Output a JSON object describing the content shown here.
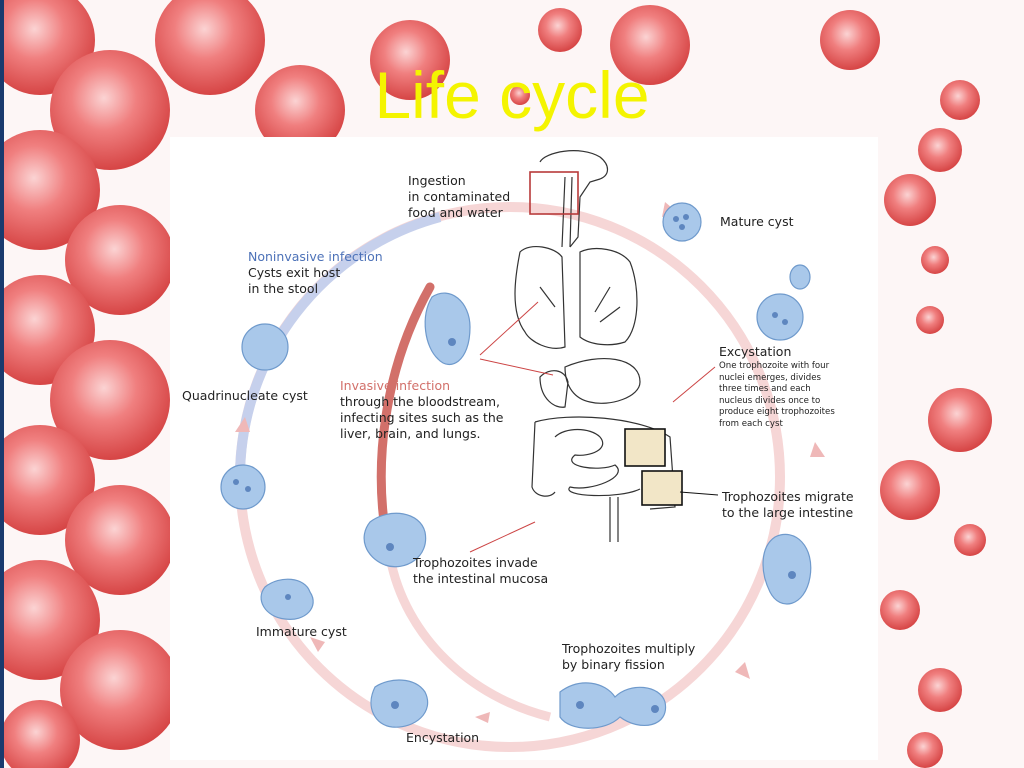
{
  "slide": {
    "title": "Life cycle",
    "colors": {
      "title": "#f4f400",
      "arrow": "#f2c9c9",
      "invasive": "#d2706a",
      "noninvasive": "#4d72b8",
      "cell": "#a9c8ea"
    }
  },
  "diagram": {
    "ingestion": [
      "Ingestion",
      "in contaminated",
      "food and water"
    ],
    "mature_cyst": "Mature cyst",
    "excystation_title": "Excystation",
    "excystation_desc": [
      "One trophozoite with four",
      "nuclei emerges, divides",
      "three times and each",
      "nucleus divides once to",
      "produce eight trophozoites",
      "from each cyst"
    ],
    "migrate": [
      "Trophozoites  migrate",
      "to the large intestine"
    ],
    "multiply": [
      "Trophozoites multiply",
      "by binary fission"
    ],
    "encystation": "Encystation",
    "immature_cyst": "Immature cyst",
    "quadrinucleate": "Quadrinucleate cyst",
    "noninvasive_title": "Noninvasive infection",
    "noninvasive_desc": [
      "Cysts exit host",
      "in the stool"
    ],
    "invasive_title": "Invasive infection",
    "invasive_desc": [
      "through the bloodstream,",
      "infecting sites such as the",
      "liver, brain, and lungs."
    ],
    "invade": [
      "Trophozoites invade",
      "the intestinal mucosa"
    ]
  }
}
